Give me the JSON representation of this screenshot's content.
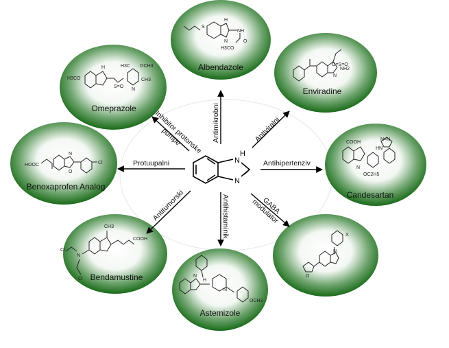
{
  "center": {
    "atoms": {
      "nh": "H",
      "n_top": "N",
      "n_bottom": "N"
    }
  },
  "nodes": [
    {
      "id": "albendazole",
      "label": "Albendazole",
      "struct": {
        "s": "S",
        "nh": "H",
        "n": "N",
        "nh2": "NH",
        "o": "O",
        "ome": "H3CO"
      }
    },
    {
      "id": "enviradine",
      "label": "Enviradine",
      "struct": {
        "so2": "O=S=O",
        "n": "N",
        "nh2": "NH2"
      }
    },
    {
      "id": "candesartan",
      "label": "Candesartan",
      "struct": {
        "cooh": "COOH",
        "tetrazole": "N=N",
        "hn": "HN",
        "n": "N",
        "oet": "OC2H5"
      }
    },
    {
      "id": "gaba",
      "label": "",
      "struct": {
        "x": "X",
        "n": "N",
        "o": "O"
      }
    },
    {
      "id": "astemizole",
      "label": "Astemizole",
      "struct": {
        "n1": "N",
        "nh": "H",
        "n2": "N",
        "ome": "OCH3"
      }
    },
    {
      "id": "bendamustine",
      "label": "Bendamustine",
      "struct": {
        "ch3": "CH3",
        "cooh": "COOH",
        "n": "N",
        "cl1": "Cl",
        "cl2": "Cl"
      }
    },
    {
      "id": "benoxaprofen",
      "label": "Benoxaprofen Analog",
      "struct": {
        "hooc": "HOOC",
        "n": "N",
        "o": "O",
        "cl": "Cl"
      }
    },
    {
      "id": "omeprazole",
      "label": "Omeprazole",
      "struct": {
        "meo": "H3CO",
        "h": "H",
        "so": "S=O",
        "h3c": "H3C",
        "och3": "OCH3",
        "ch3": "CH3",
        "n": "N"
      }
    }
  ],
  "edges": [
    {
      "id": "antimikrobni",
      "label": "Antimikrobni"
    },
    {
      "id": "antiviralni",
      "label": "Antiviralni"
    },
    {
      "id": "antihipertenziv",
      "label": "Antihipertenziv"
    },
    {
      "id": "gaba",
      "label_lines": [
        "GABA",
        "modulator"
      ]
    },
    {
      "id": "antihistaminik",
      "label": "Antihistaminik"
    },
    {
      "id": "antitumorski",
      "label": "Antitumorski"
    },
    {
      "id": "protuupalni",
      "label": "Protuupalni"
    },
    {
      "id": "inhibitor",
      "label_lines": [
        "Inhibitor protonske",
        "pumpe"
      ]
    }
  ],
  "colors": {
    "node_dark": "#1a6b1a",
    "node_light": "#ffffff",
    "arrow": "#000000"
  }
}
